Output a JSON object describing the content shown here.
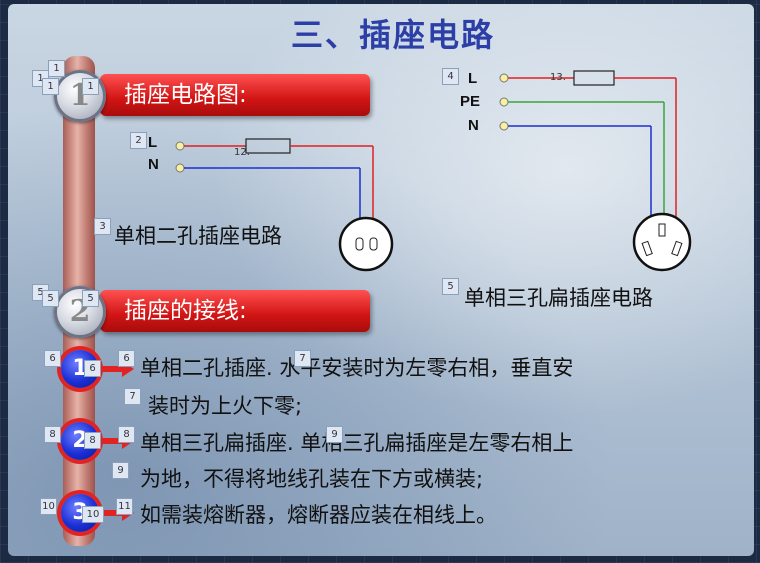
{
  "slide": {
    "title": "三、插座电路",
    "pole_numbers": [
      "1",
      "2",
      "1",
      "2",
      "3"
    ],
    "section1": {
      "banner": "插座电路图:"
    },
    "section2": {
      "banner": "插座的接线:"
    },
    "diagram_two_hole": {
      "labels": {
        "L": "L",
        "N": "N"
      },
      "fuse_tag": "12.",
      "caption": "单相二孔插座电路"
    },
    "diagram_three_hole": {
      "labels": {
        "L": "L",
        "PE": "PE",
        "N": "N"
      },
      "fuse_tag": "13.",
      "caption": "单相三孔扁插座电路"
    },
    "lines": [
      "单相二孔插座. 水平安装时为左零右相，垂直安",
      "装时为上火下零;",
      "单相三孔扁插座. 单相三孔扁插座是左零右相上",
      "为地，不得将地线孔装在下方或横装;",
      "如需装熔断器，熔断器应装在相线上。"
    ],
    "badges": {
      "b1a": "1",
      "b1b": "1",
      "b1c": "1",
      "b1d": "1",
      "b2": "2",
      "b3": "3",
      "b4": "4",
      "b5a": "5",
      "b5b": "5",
      "b5c": "5",
      "b5d": "5",
      "b6a": "6",
      "b6b": "6",
      "b6c": "6",
      "b7a": "7",
      "b7b": "7",
      "b8a": "8",
      "b8b": "8",
      "b8c": "8",
      "b9a": "9",
      "b9b": "9",
      "b10a": "10",
      "b10b": "10",
      "b11": "11"
    },
    "colors": {
      "title": "#2b3fa7",
      "banner": "#d11414",
      "wire_L": "#e02020",
      "wire_N": "#1d2fd0",
      "wire_PE": "#3aa53a"
    }
  }
}
